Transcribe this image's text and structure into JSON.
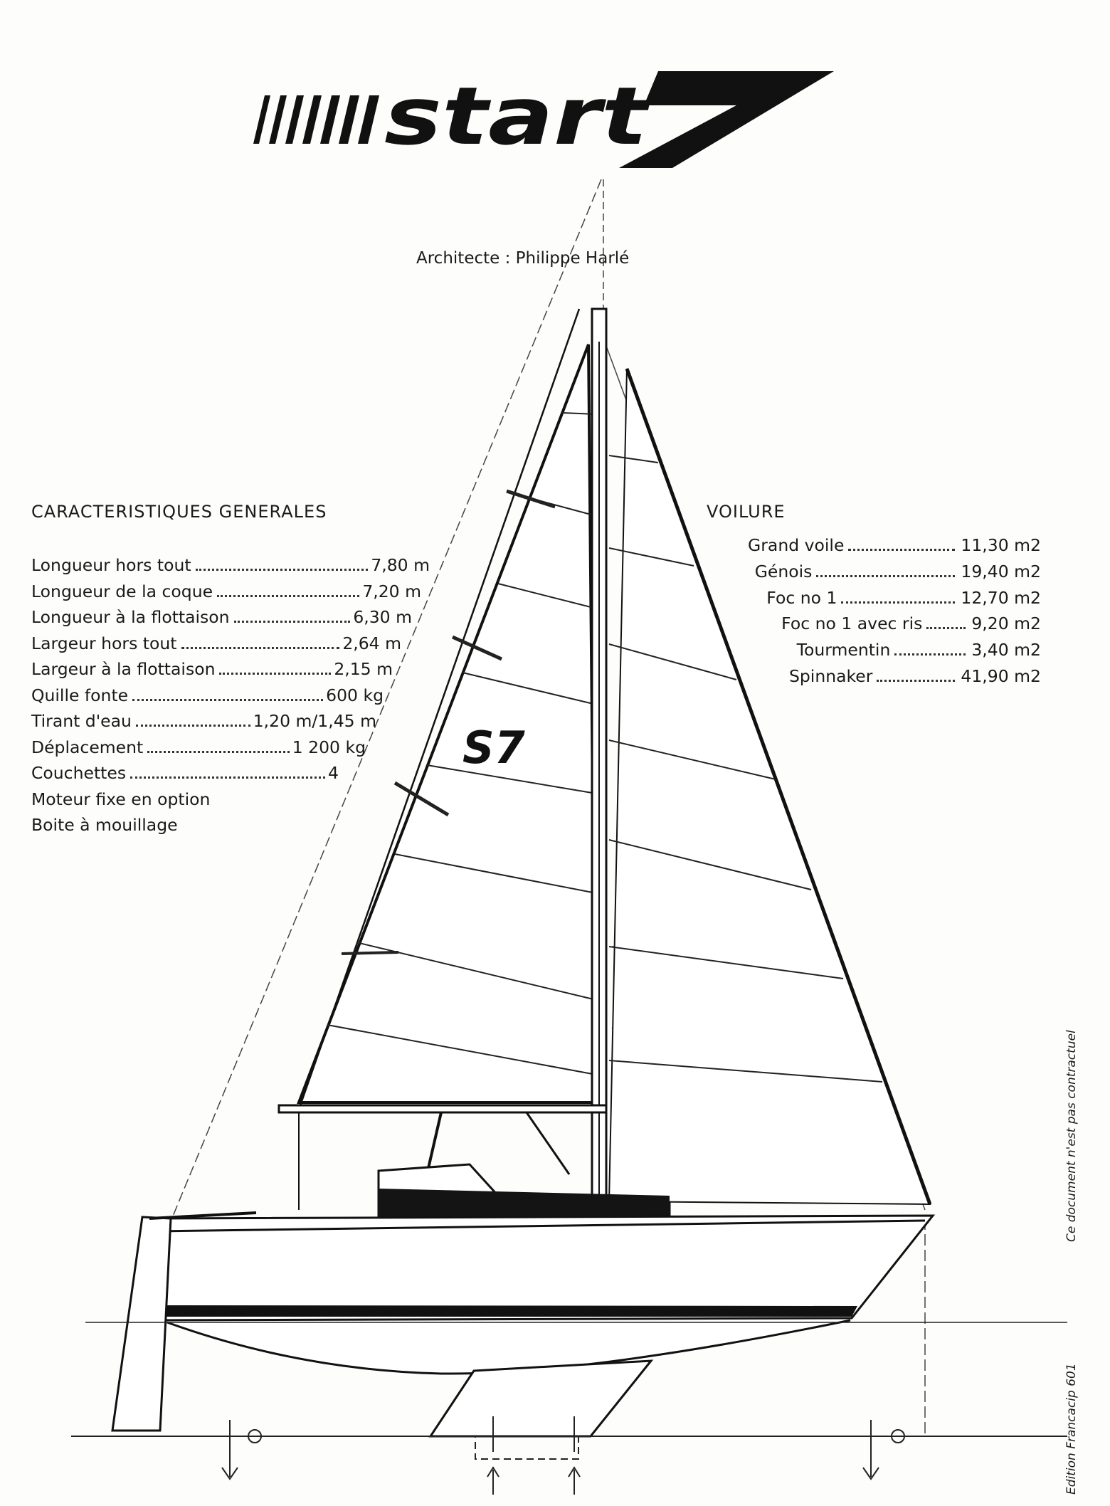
{
  "logo": {
    "text": "start",
    "number": "7"
  },
  "sail_logo": "S7",
  "architect": "Architecte : Philippe Harlé",
  "general": {
    "title": "CARACTERISTIQUES GENERALES",
    "rows": [
      {
        "label": "Longueur hors tout",
        "value": "7,80 m"
      },
      {
        "label": "Longueur de la coque",
        "value": "7,20 m"
      },
      {
        "label": "Longueur à la flottaison",
        "value": "6,30 m"
      },
      {
        "label": "Largeur hors tout",
        "value": "2,64 m"
      },
      {
        "label": "Largeur à la flottaison",
        "value": "2,15 m"
      },
      {
        "label": "Quille fonte",
        "value": "600 kg"
      },
      {
        "label": "Tirant d'eau",
        "value": "1,20 m/1,45 m"
      },
      {
        "label": "Déplacement",
        "value": "1 200 kg"
      },
      {
        "label": "Couchettes",
        "value": "4"
      }
    ],
    "notes": [
      "Moteur fixe en option",
      "Boite à mouillage"
    ]
  },
  "sails": {
    "title": "VOILURE",
    "rows": [
      {
        "label": "Grand voile",
        "value": "11,30 m2"
      },
      {
        "label": "Génois",
        "value": "19,40 m2"
      },
      {
        "label": "Foc no 1",
        "value": "12,70 m2"
      },
      {
        "label": "Foc no 1 avec ris",
        "value": "9,20 m2"
      },
      {
        "label": "Tourmentin",
        "value": "3,40 m2"
      },
      {
        "label": "Spinnaker",
        "value": "41,90 m2"
      }
    ]
  },
  "footer": {
    "disclaimer": "Ce document n'est pas contractuel",
    "edition": "Edition Francacip 601"
  }
}
